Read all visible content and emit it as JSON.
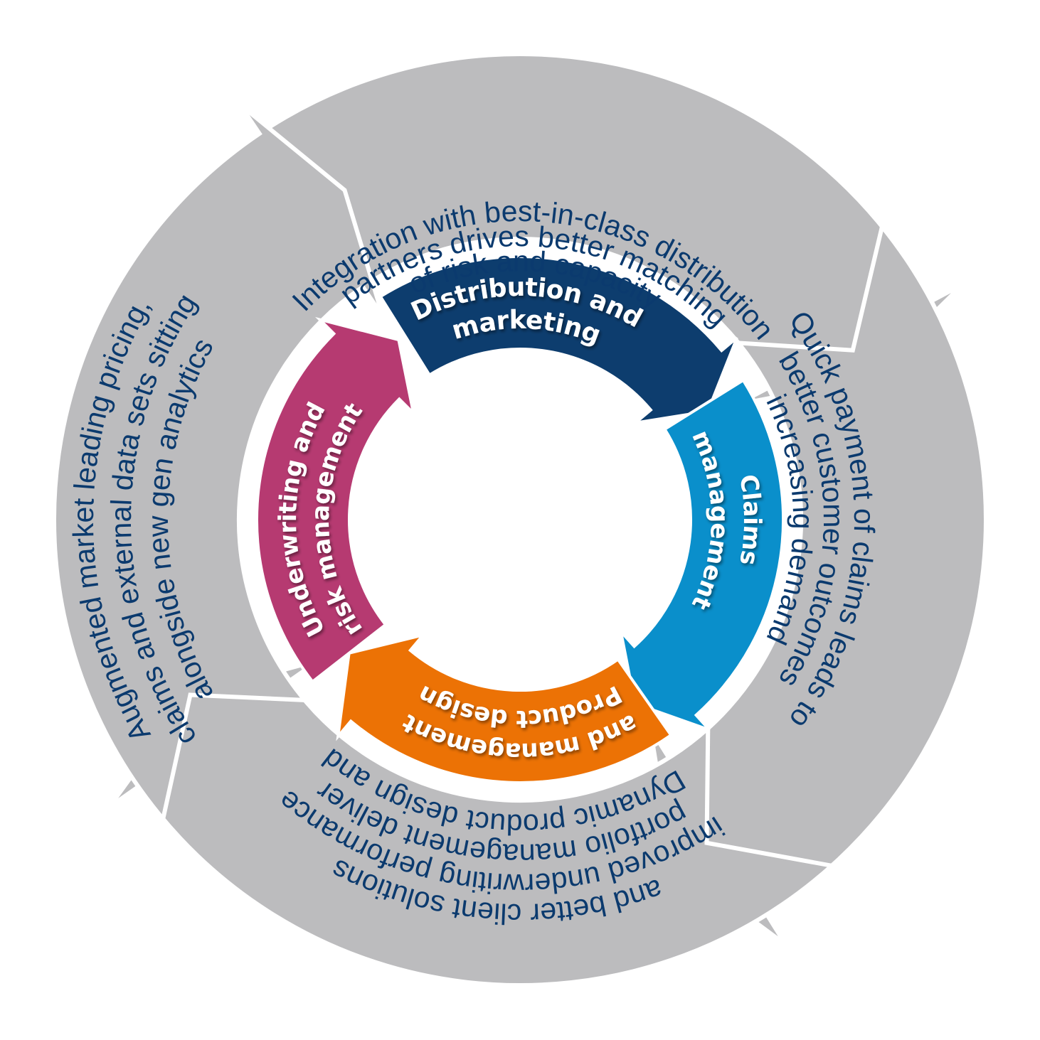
{
  "outer_cycle": {
    "top": [
      "Integration with best-in-class distribution",
      "partners drives better matching",
      "of risk and capacity"
    ],
    "right": [
      "Quick payment of claims leads to",
      "better customer outcomes",
      "increasing demand"
    ],
    "bottom": [
      "Dynamic product design and",
      "portfolio management deliver",
      "improved underwriting performance",
      "and better client solutions"
    ],
    "left": [
      "Augmented market leading pricing,",
      "claims and external data sets sitting",
      "alongside new gen analytics"
    ]
  },
  "inner_cycle": {
    "distribution": [
      "Distribution and",
      "marketing"
    ],
    "claims": [
      "Claims",
      "management"
    ],
    "product": [
      "Product design",
      "and management"
    ],
    "underwriting": [
      "Underwriting and",
      "risk management"
    ]
  },
  "colors": {
    "outer_arrow": "#bcbcbe",
    "outer_text": "#0b3a6e",
    "distribution": "#0d3d6e",
    "claims": "#0a8fcb",
    "product": "#ec7205",
    "underwriting": "#b63a71"
  }
}
